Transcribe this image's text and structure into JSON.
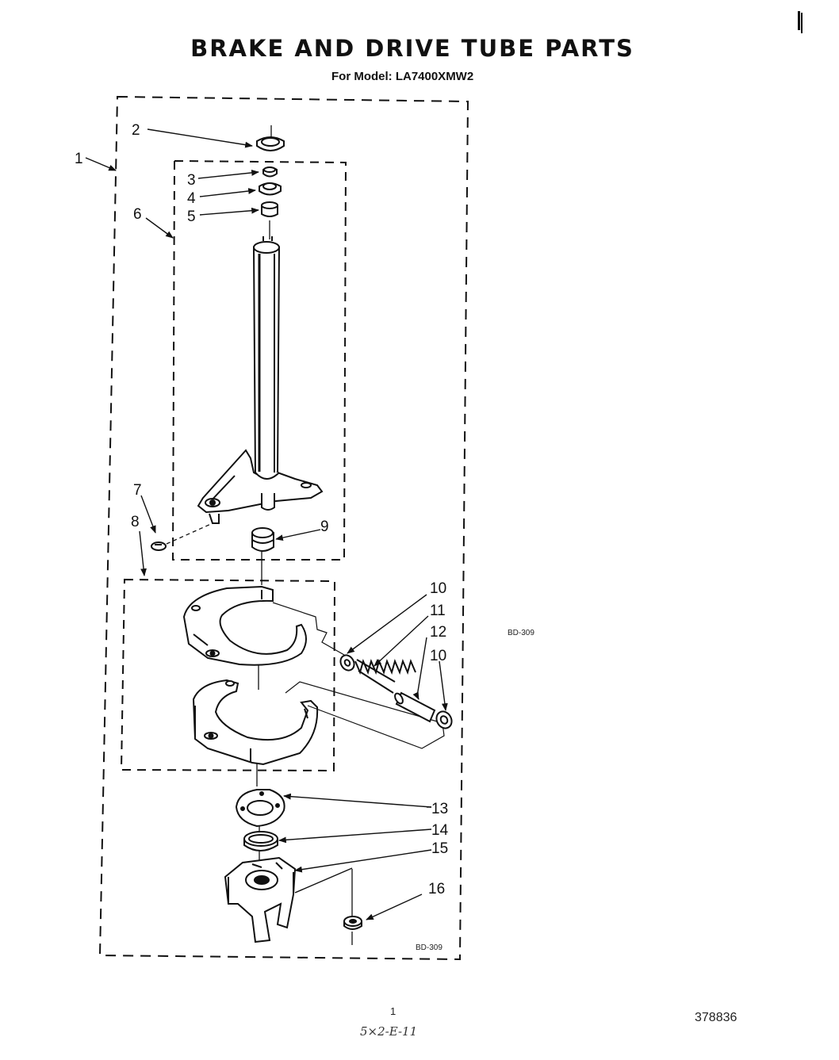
{
  "header": {
    "title": "BRAKE AND DRIVE TUBE PARTS",
    "model_line": "For Model: LA7400XMW2"
  },
  "diagram": {
    "callouts": [
      "1",
      "2",
      "3",
      "4",
      "5",
      "6",
      "7",
      "8",
      "9",
      "10",
      "11",
      "12",
      "10",
      "13",
      "14",
      "15",
      "16"
    ],
    "side_code": "BD-309",
    "inner_code": "BD-309"
  },
  "footer": {
    "page_number": "1",
    "document_number": "378836",
    "handwritten_note": "5×2-E-11"
  }
}
